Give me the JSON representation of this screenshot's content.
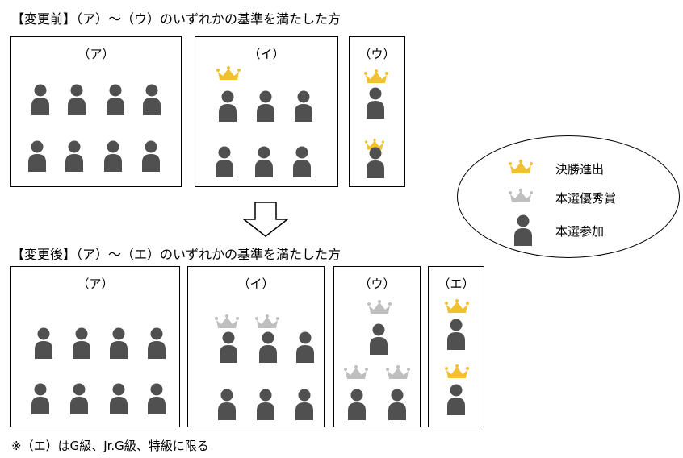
{
  "before": {
    "heading": "【変更前】（ア）～（ウ）のいずれかの基準を満たした方",
    "boxes": [
      "（ア）",
      "（イ）",
      "（ウ）"
    ]
  },
  "after": {
    "heading": "【変更後】（ア）～（エ）のいずれかの基準を満たした方",
    "boxes": [
      "（ア）",
      "（イ）",
      "（ウ）",
      "（エ）"
    ]
  },
  "legend": {
    "finalist": "決勝進出",
    "excellent": "本選優秀賞",
    "participant": "本選参加"
  },
  "note": "※（エ）はG級、Jr.G級、特級に限る",
  "icons": {
    "person": "person-icon",
    "gold_crown": "gold-crown-icon",
    "silver_crown": "silver-crown-icon",
    "arrow": "down-arrow-icon"
  },
  "colors": {
    "person": "#505050",
    "gold": "#f2c12e",
    "silver": "#bfbfbf"
  }
}
